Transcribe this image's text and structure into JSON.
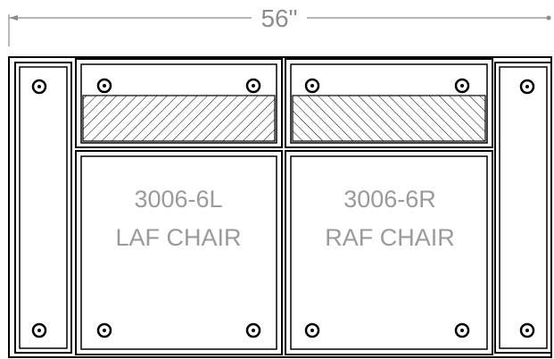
{
  "dimension": {
    "label": "56\""
  },
  "left_chair": {
    "model": "3006-6L",
    "name": "LAF CHAIR"
  },
  "right_chair": {
    "model": "3006-6R",
    "name": "RAF CHAIR"
  },
  "colors": {
    "line": "#000000",
    "dimension": "#8c8c8c",
    "label": "#9a9a9a"
  }
}
